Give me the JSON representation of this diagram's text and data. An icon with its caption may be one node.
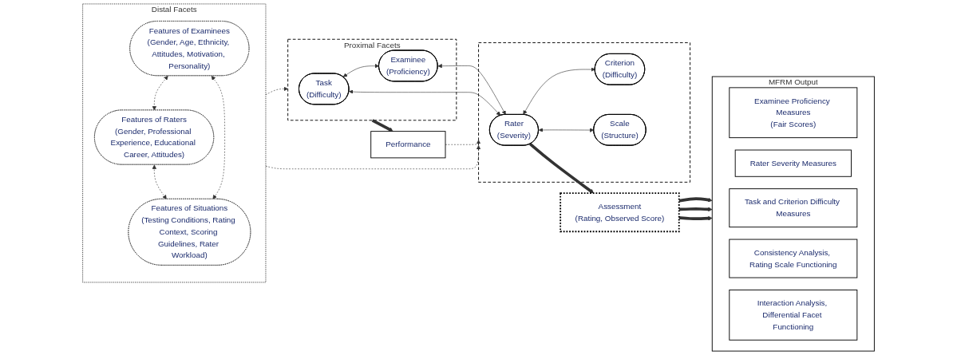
{
  "diagram": {
    "nodes": [
      {
        "text": [
          "Distal Facets"
        ]
      },
      {
        "text": [
          "Features of Examinees",
          "(Gender, Age, Ethnicity, Attitudes, Motivation, Personality)"
        ],
        "in": 0
      },
      {
        "text": [
          "Features of Raters",
          "(Gender, Professional Experience, Educational Career, Attitudes)"
        ],
        "in": 0
      },
      {
        "text": [
          "Features of Situations",
          "(Testing Conditions, Rating Context, Scoring Guidelines, Rater Workload)"
        ],
        "in": 0
      },
      {
        "text": [
          "Proximal Facets"
        ]
      },
      {
        "text": [
          "Task",
          "(Difficulty)"
        ],
        "in": 4
      },
      {
        "text": [
          "Examinee",
          "(Proficiency)"
        ],
        "in": 4
      },
      {
        "text": [
          "Performance"
        ]
      },
      {
        "text": [],
        "shape": "box"
      },
      {
        "text": [
          "Rater",
          "(Severity)"
        ],
        "in": 8
      },
      {
        "text": [
          "Criterion",
          "(Difficulty)"
        ],
        "in": 8
      },
      {
        "text": [
          "Scale",
          "(Structure)"
        ],
        "in": 8
      },
      {
        "text": [
          "Assessment",
          "(Rating, Observed Score)"
        ]
      },
      {
        "text": [
          "MFRM Output"
        ]
      },
      {
        "text": [
          "Examinee Proficiency Measures",
          "(Fair Scores)"
        ],
        "in": 13
      },
      {
        "text": [
          "Rater Severity Measures"
        ],
        "in": 13
      },
      {
        "text": [
          "Task and Criterion Difficulty Measures"
        ],
        "in": 13
      },
      {
        "text": [
          "Consistency Analysis, Rating Scale Functioning"
        ],
        "in": 13
      },
      {
        "text": [
          "Interaction Analysis, Differential Facet Functioning"
        ],
        "in": 13
      }
    ],
    "edges": [
      {
        "from": 1,
        "to": 2,
        "arrow": "both",
        "style": "dashed"
      },
      {
        "from": 2,
        "to": 3,
        "arrow": "both",
        "style": "dashed"
      },
      {
        "from": 1,
        "to": 3,
        "arrow": "both",
        "style": "dashed"
      },
      {
        "from": 0,
        "to": 4,
        "arrow": "to",
        "style": "dashed"
      },
      {
        "from": 0,
        "to": 8,
        "arrow": "to",
        "style": "dashed"
      },
      {
        "from": 5,
        "to": 6,
        "arrow": "both"
      },
      {
        "from": 5,
        "to": 9,
        "arrow": "both"
      },
      {
        "from": 6,
        "to": 9,
        "arrow": "both"
      },
      {
        "from": 9,
        "to": 10,
        "arrow": "both"
      },
      {
        "from": 9,
        "to": 11,
        "arrow": "both"
      },
      {
        "from": 4,
        "to": 7,
        "arrow": "to",
        "style": "thick"
      },
      {
        "from": 7,
        "to": 8,
        "arrow": "to",
        "style": "dashed"
      },
      {
        "from": 9,
        "to": 12,
        "arrow": "to",
        "style": "thick"
      },
      {
        "from": 12,
        "to": 13,
        "arrow": "to",
        "style": "thick"
      },
      {
        "from": 12,
        "to": 13,
        "arrow": "to",
        "style": "thick"
      },
      {
        "from": 12,
        "to": 13,
        "arrow": "to",
        "style": "thick"
      }
    ]
  }
}
